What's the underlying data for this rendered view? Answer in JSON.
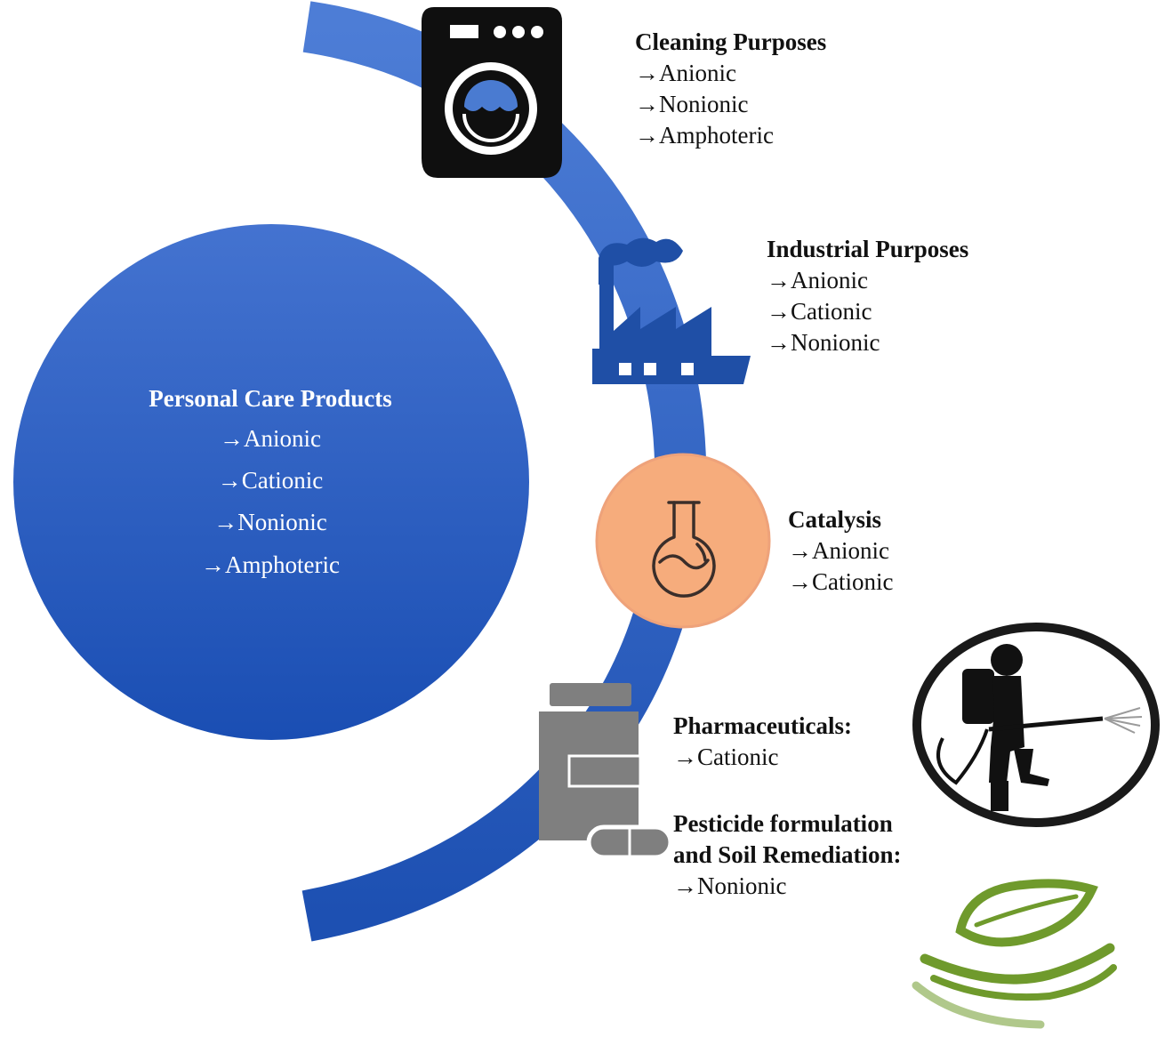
{
  "personal_care": {
    "title": "Personal Care Products",
    "items": [
      "Anionic",
      "Cationic",
      "Nonionic",
      "Amphoteric"
    ]
  },
  "cleaning": {
    "title": "Cleaning Purposes",
    "items": [
      "Anionic",
      "Nonionic",
      "Amphoteric"
    ],
    "icon": "washing-machine-icon"
  },
  "industrial": {
    "title": "Industrial Purposes",
    "items": [
      "Anionic",
      "Cationic",
      "Nonionic"
    ],
    "icon": "factory-icon"
  },
  "catalysis": {
    "title": "Catalysis",
    "items": [
      "Anionic",
      "Cationic"
    ],
    "icon": "flask-icon"
  },
  "pharma": {
    "title": "Pharmaceuticals:",
    "items": [
      "Cationic"
    ],
    "icon": "pill-bottle-icon"
  },
  "pesticide": {
    "title_line1": "Pesticide formulation",
    "title_line2": "and Soil Remediation:",
    "items": [
      "Nonionic"
    ],
    "icons": [
      "sprayer-person-icon",
      "leaf-hand-icon"
    ]
  },
  "colors": {
    "arc": "#3565c6",
    "big_circle_top": "#3f6fcd",
    "big_circle_bottom": "#1c50b5",
    "flask_circle": "#f6ac7c",
    "factory": "#1f4fa6",
    "pill": "#7f7f7f",
    "leaf": "#6f9a2c"
  }
}
